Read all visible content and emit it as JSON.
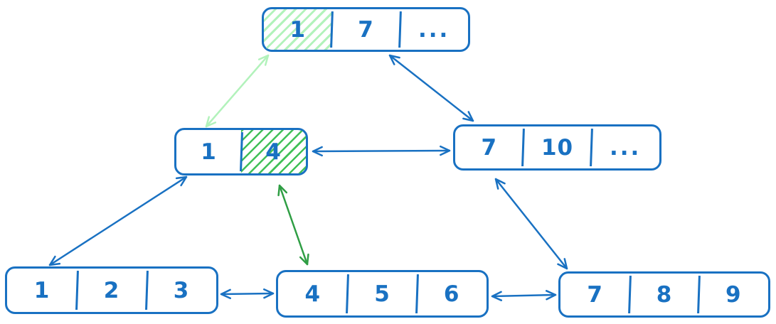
{
  "colors": {
    "blue": "#1971c2",
    "green": "#2f9e44",
    "green_hatch": "#40c057",
    "light_green": "#b2f2bb",
    "background": "#ffffff"
  },
  "diagram": {
    "type": "b-tree",
    "nodes": [
      {
        "id": "root",
        "cells": [
          {
            "value": "1",
            "highlight": "light-green-hatch"
          },
          {
            "value": "7",
            "highlight": null
          },
          {
            "value": "...",
            "highlight": null
          }
        ]
      },
      {
        "id": "internal-left",
        "cells": [
          {
            "value": "1",
            "highlight": null
          },
          {
            "value": "4",
            "highlight": "green-hatch"
          }
        ]
      },
      {
        "id": "internal-right",
        "cells": [
          {
            "value": "7",
            "highlight": null
          },
          {
            "value": "10",
            "highlight": null
          },
          {
            "value": "...",
            "highlight": null
          }
        ]
      },
      {
        "id": "leaf-1",
        "cells": [
          {
            "value": "1",
            "highlight": null
          },
          {
            "value": "2",
            "highlight": null
          },
          {
            "value": "3",
            "highlight": null
          }
        ]
      },
      {
        "id": "leaf-2",
        "cells": [
          {
            "value": "4",
            "highlight": null
          },
          {
            "value": "5",
            "highlight": null
          },
          {
            "value": "6",
            "highlight": null
          }
        ]
      },
      {
        "id": "leaf-3",
        "cells": [
          {
            "value": "7",
            "highlight": null
          },
          {
            "value": "8",
            "highlight": null
          },
          {
            "value": "9",
            "highlight": null
          }
        ]
      }
    ],
    "arrows": [
      {
        "from": "root",
        "to": "internal-left",
        "color": "#b2f2bb",
        "double": true
      },
      {
        "from": "root",
        "to": "internal-right",
        "color": "#1971c2",
        "double": true
      },
      {
        "from": "internal-left",
        "to": "internal-right",
        "color": "#1971c2",
        "double": true
      },
      {
        "from": "internal-left",
        "to": "leaf-1",
        "color": "#1971c2",
        "double": true
      },
      {
        "from": "internal-left",
        "to": "leaf-2",
        "color": "#2f9e44",
        "double": true
      },
      {
        "from": "internal-right",
        "to": "leaf-3",
        "color": "#1971c2",
        "double": true
      },
      {
        "from": "leaf-1",
        "to": "leaf-2",
        "color": "#1971c2",
        "double": true
      },
      {
        "from": "leaf-2",
        "to": "leaf-3",
        "color": "#1971c2",
        "double": true
      }
    ]
  }
}
